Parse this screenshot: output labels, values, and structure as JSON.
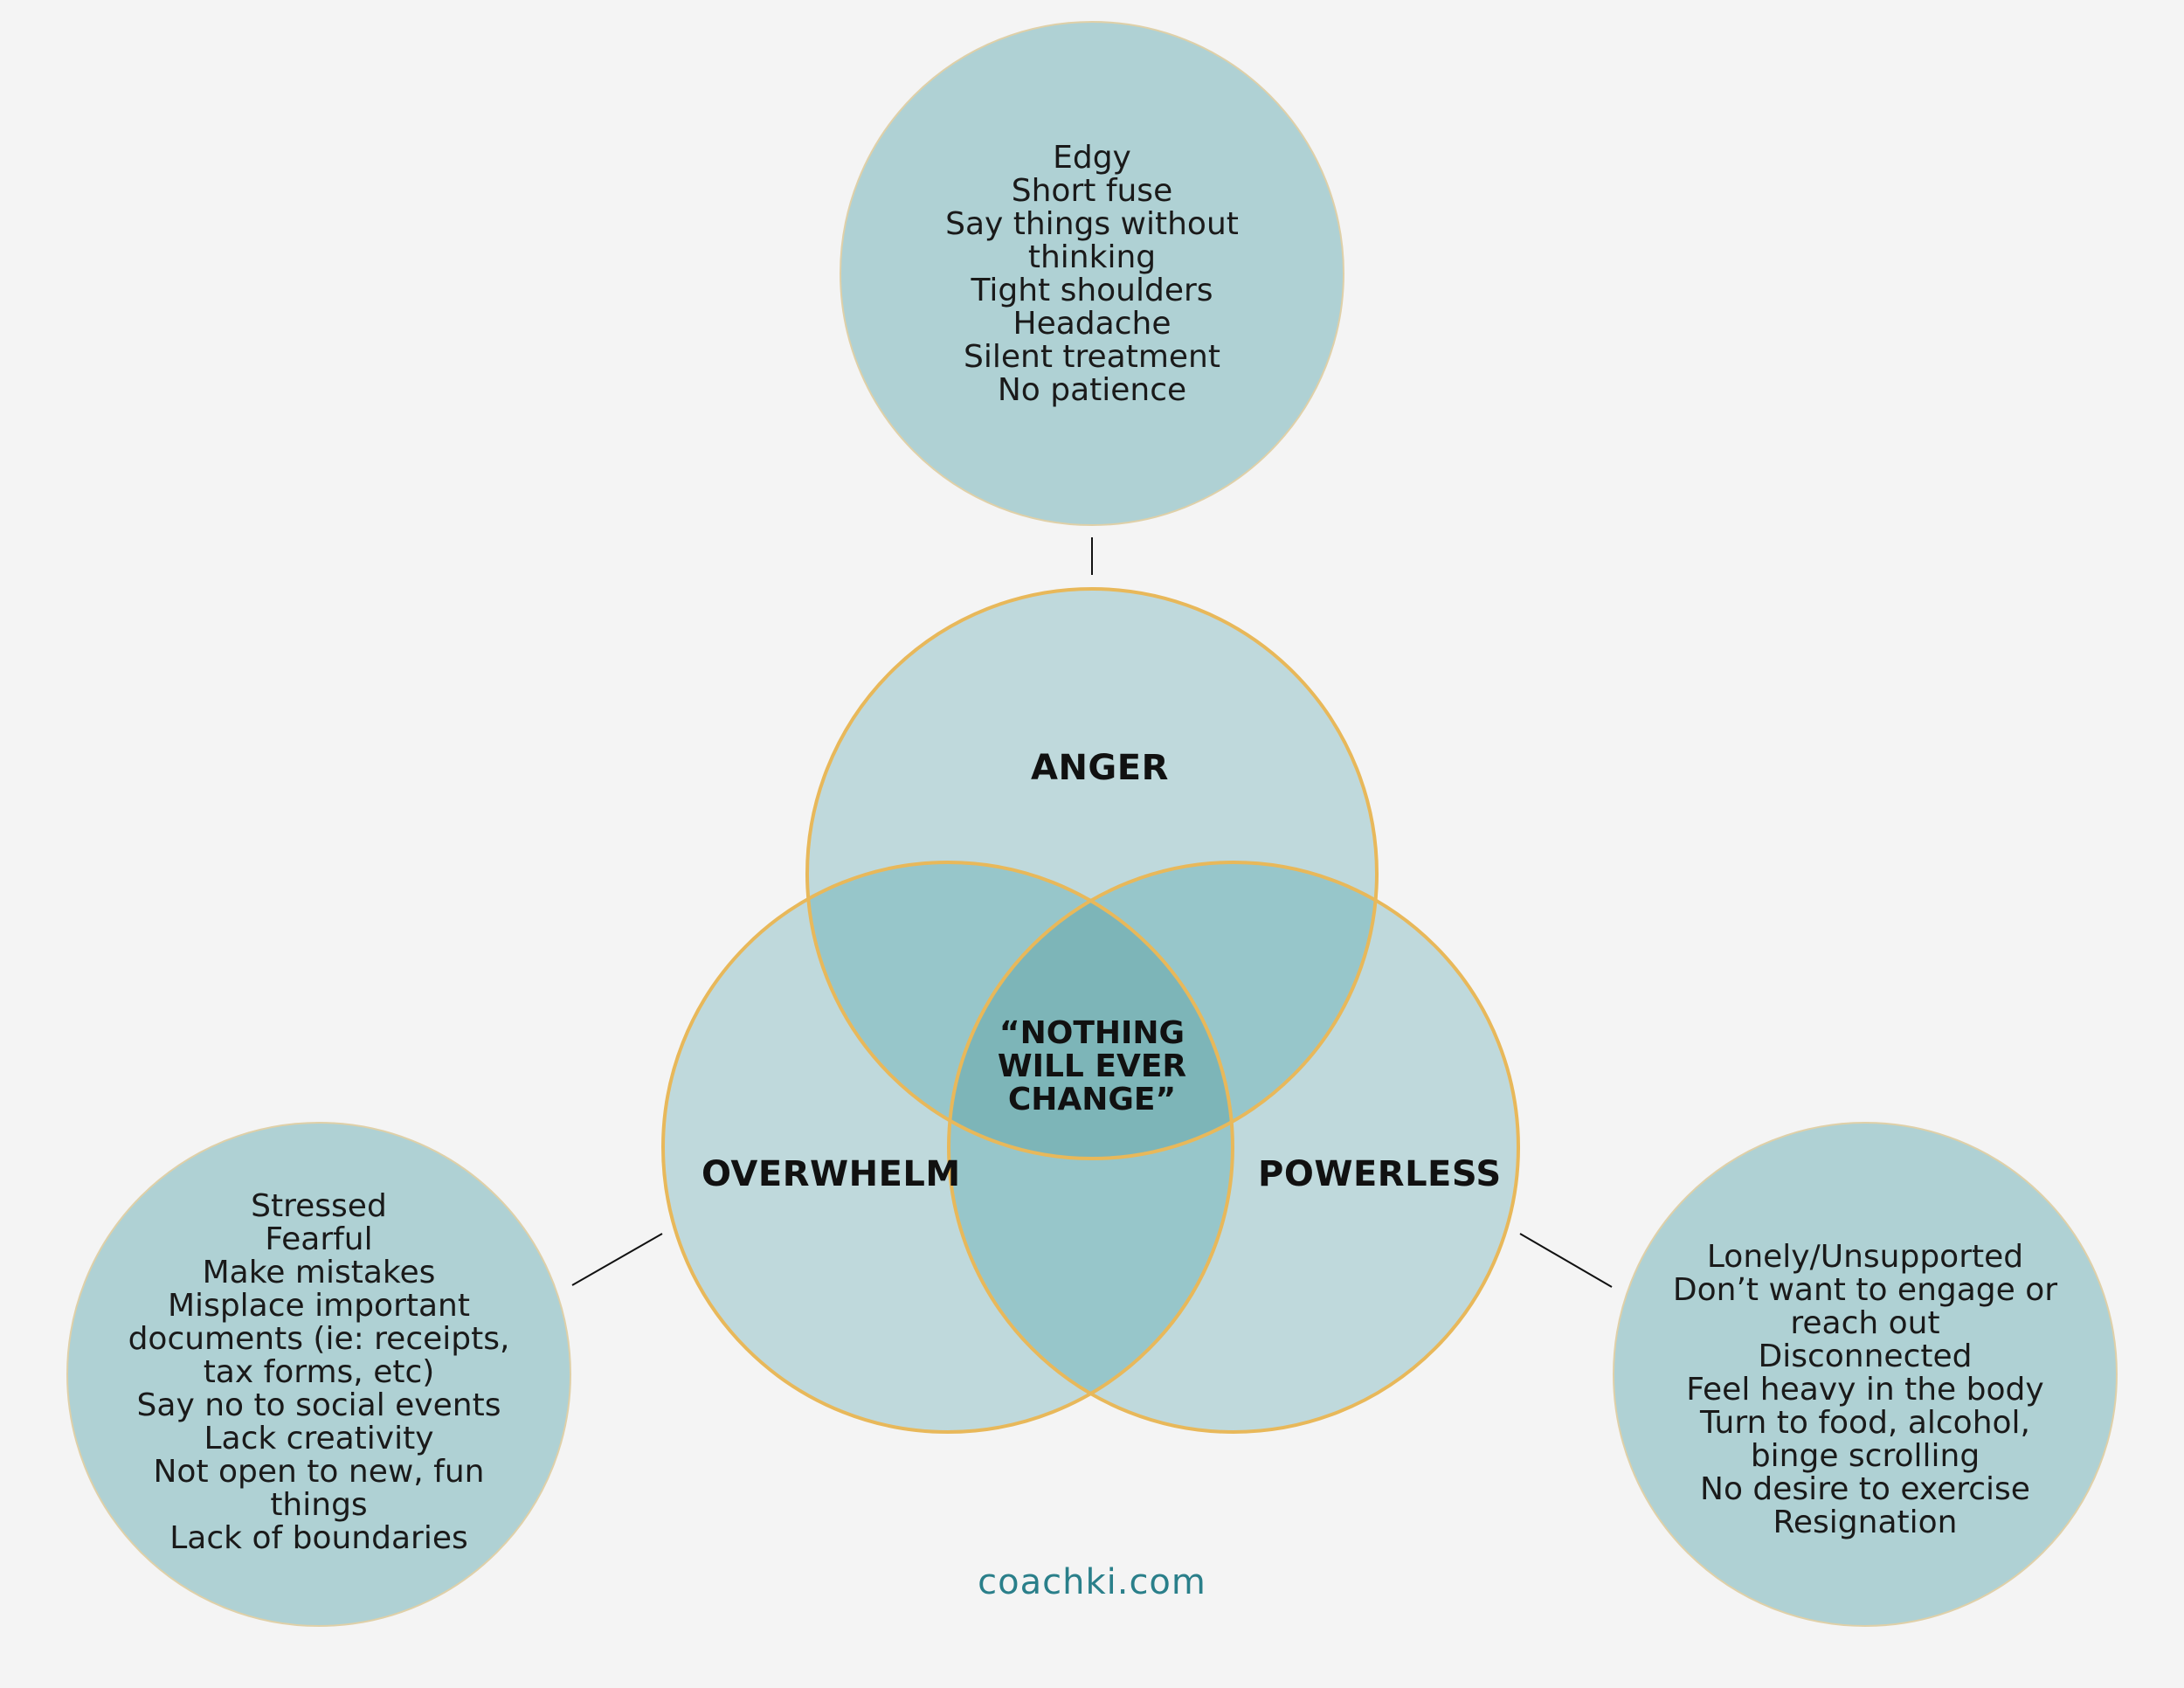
{
  "sets": {
    "anger": "ANGER",
    "overwhelm": "OVERWHELM",
    "powerless": "POWERLESS"
  },
  "center": [
    "“NOTHING",
    "WILL EVER",
    "CHANGE”"
  ],
  "anger_list": [
    "Edgy",
    "Short fuse",
    "Say things without",
    "thinking",
    "Tight shoulders",
    "Headache",
    "Silent treatment",
    "No patience"
  ],
  "overwhelm_list": [
    "Stressed",
    "Fearful",
    "Make mistakes",
    "Misplace important",
    "documents (ie: receipts,",
    "tax forms, etc)",
    "Say no to social events",
    "Lack creativity",
    "Not open to new, fun",
    "things",
    "Lack of boundaries"
  ],
  "powerless_list": [
    "Lonely/Unsupported",
    "Don’t want to engage or",
    "reach out",
    "Disconnected",
    "Feel heavy in the body",
    "Turn to food, alcohol,",
    "binge scrolling",
    "No desire to exercise",
    "Resignation"
  ],
  "footer": "coachki.com",
  "colors": {
    "background": "#f4f4f4",
    "circle_fill": "#bfd9dc",
    "overlap_fill": "#97c6ca",
    "center_fill": "#7db5b8",
    "satellite_fill": "#afd1d4",
    "circle_stroke": "#e8b85a",
    "footer_text": "#2a7f8a"
  }
}
